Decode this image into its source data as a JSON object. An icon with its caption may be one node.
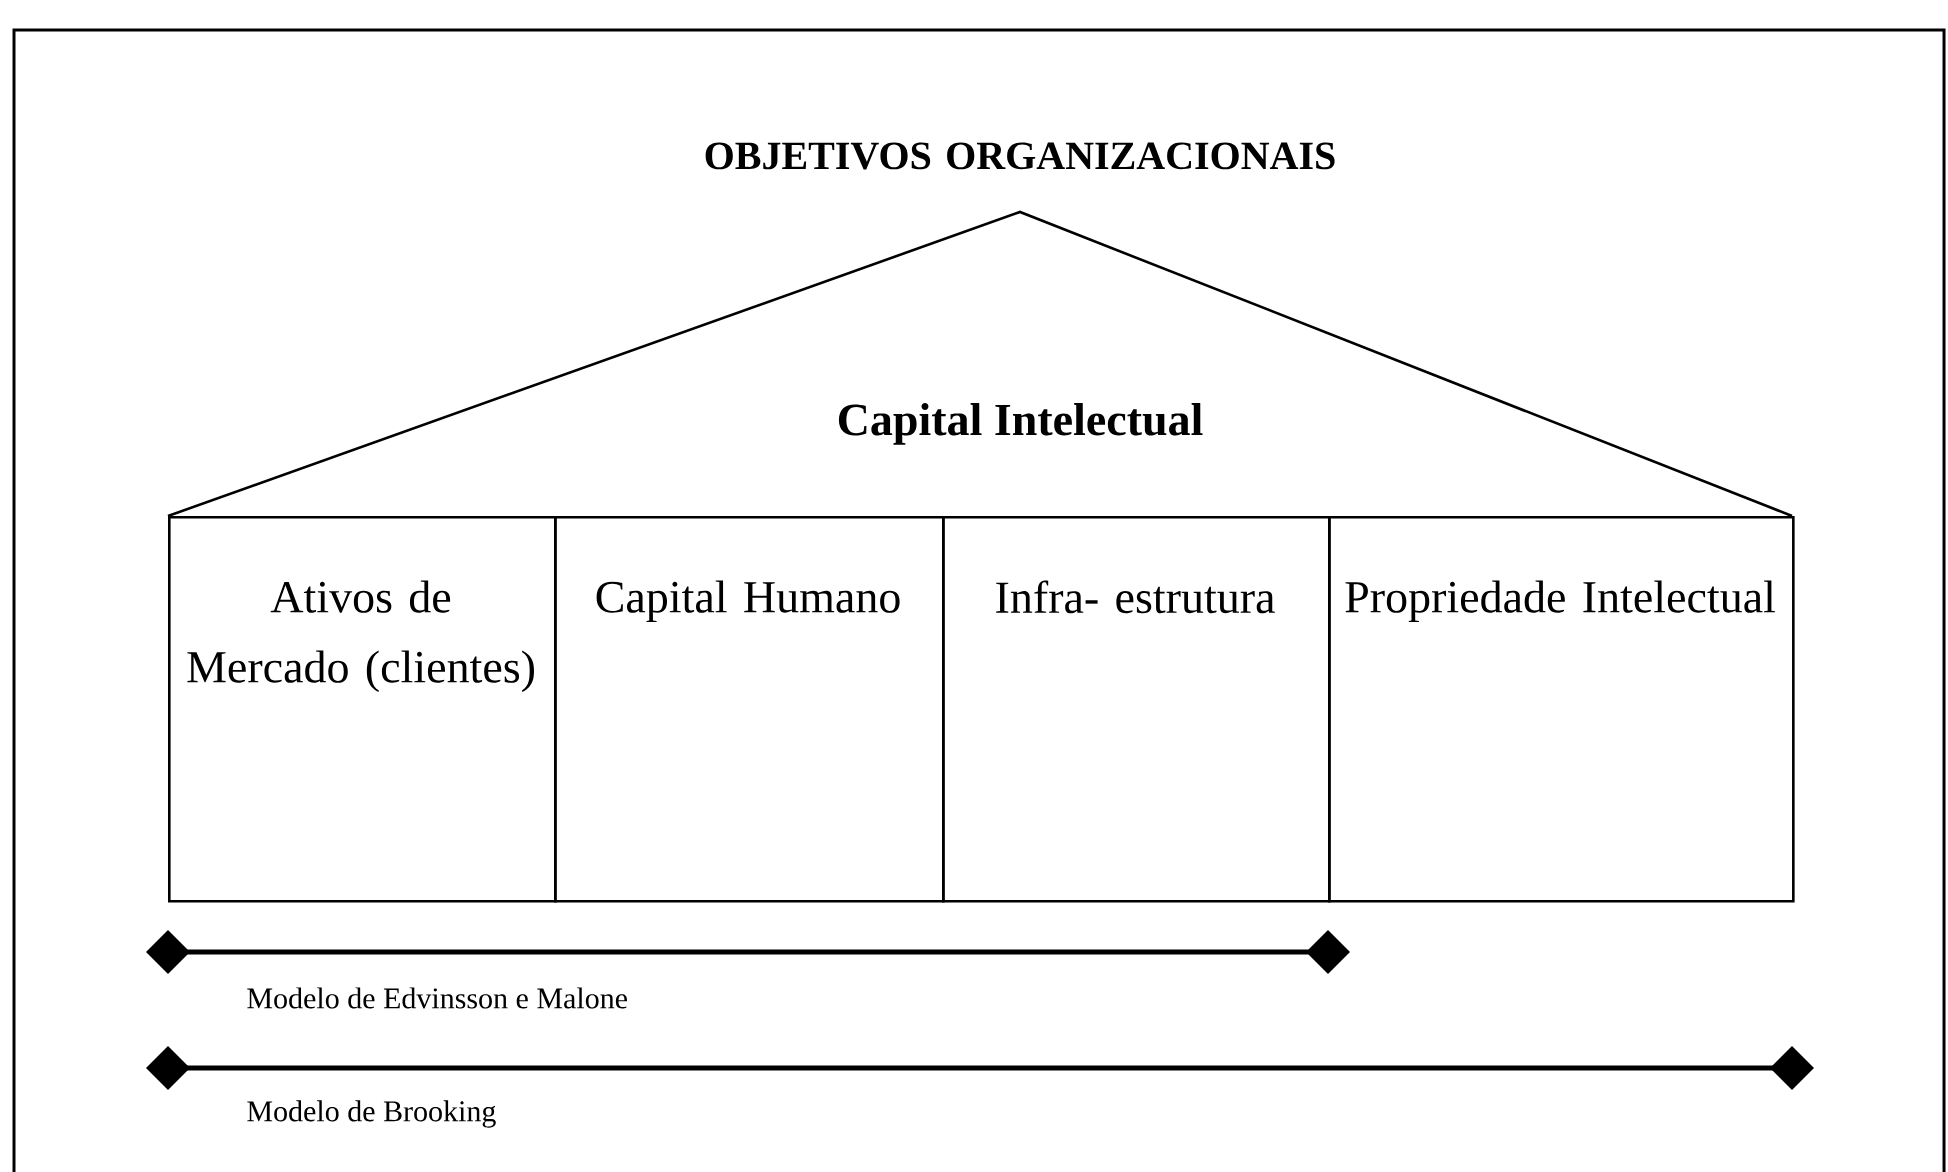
{
  "diagram": {
    "title": "OBJETIVOS ORGANIZACIONAIS",
    "nodes": [
      {
        "text": [
          "Capital Intelectual"
        ]
      },
      {
        "text": [
          "Ativos de Mercado (clientes)"
        ]
      },
      {
        "text": [
          "Capital Humano"
        ]
      },
      {
        "text": [
          "Infra- estrutura"
        ]
      },
      {
        "text": [
          "Propriedade Intelectual"
        ]
      }
    ],
    "labels": [
      "Modelo de Edvinsson e Malone",
      "Modelo de Brooking"
    ]
  }
}
